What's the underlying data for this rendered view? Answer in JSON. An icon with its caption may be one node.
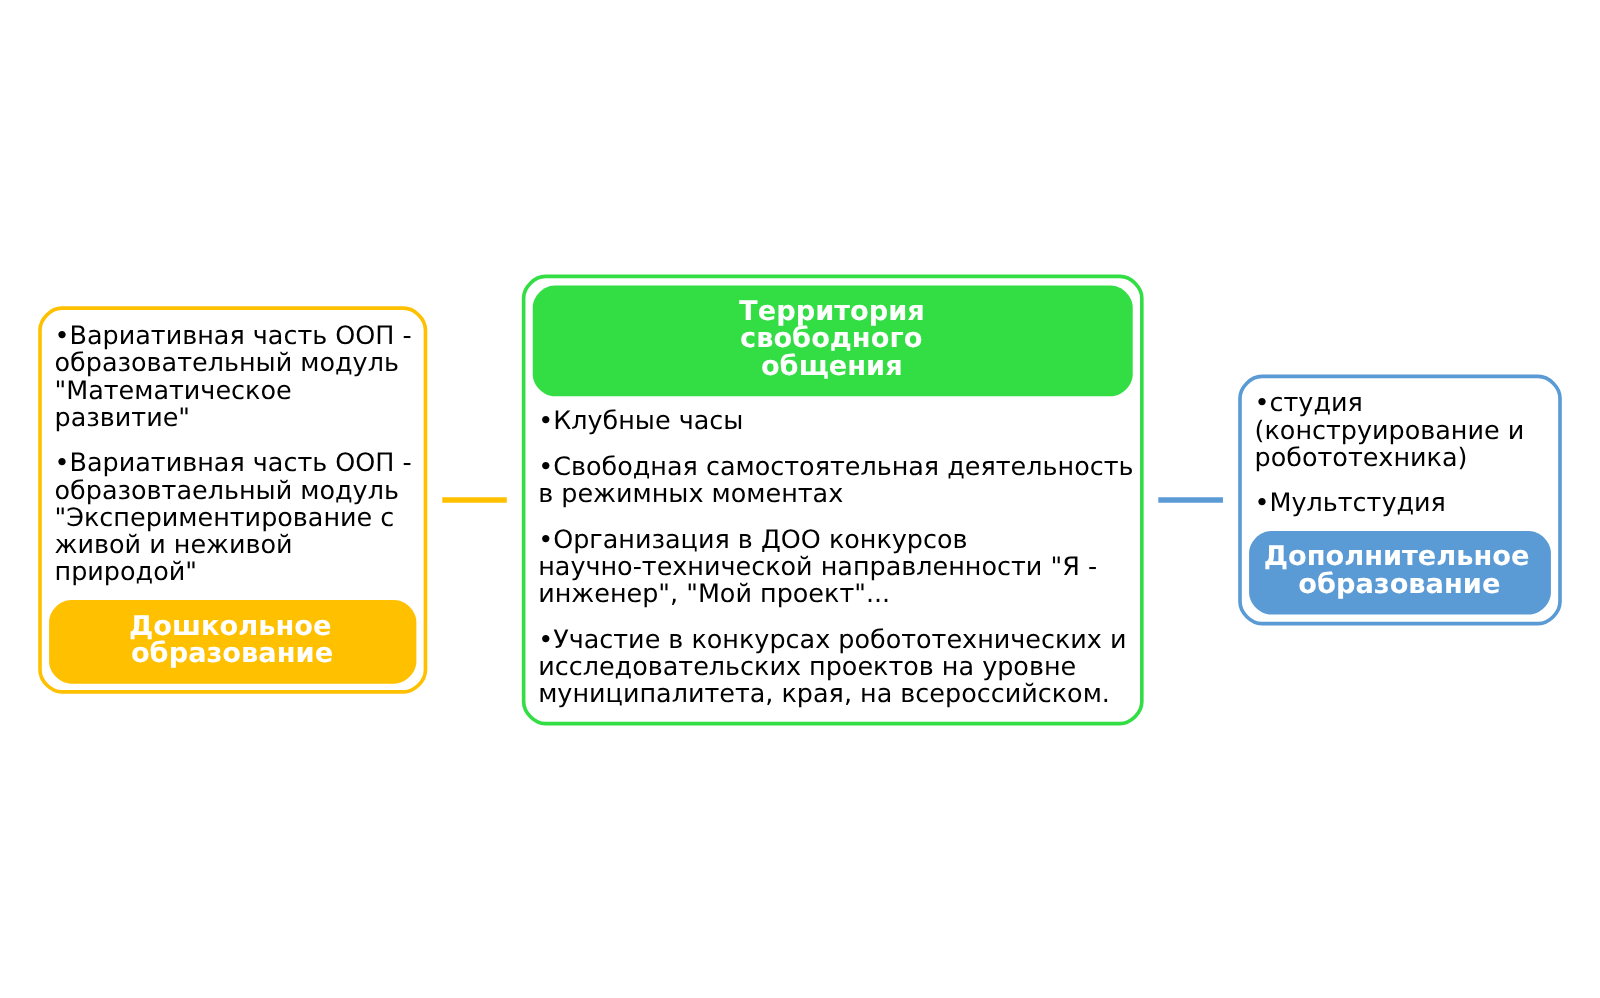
{
  "diagram": {
    "nodes": [
      {
        "text": [
          "•Вариативная часть ООП - образовательный модуль \"Математическое развитие\"",
          "•Вариативная часть ООП - образовтаельный модуль \"Экспериментирование с живой и неживой природой\"",
          "Дошкольное образование"
        ]
      },
      {
        "text": [
          "Территория свободного общения",
          "•Клубные часы",
          "•Свободная самостоятельная деятельность в режимных моментах",
          "•Организация в ДОО конкурсов научно-технической направленности \"Я - инженер\", \"Мой проект\"...",
          "•Участие в конкурсах робототехнических и исследовательских проектов на уровне муниципалитета, края, на всероссийском."
        ]
      },
      {
        "text": [
          "•студия (конструирование и робототехника)",
          "•Мультстудия",
          "Дополнительное образование"
        ]
      }
    ],
    "edges": [
      {
        "from": 0,
        "to": 1,
        "arrow": "none",
        "color": "#ffc000"
      },
      {
        "from": 1,
        "to": 2,
        "arrow": "none",
        "color": "#5b9bd5"
      }
    ]
  }
}
